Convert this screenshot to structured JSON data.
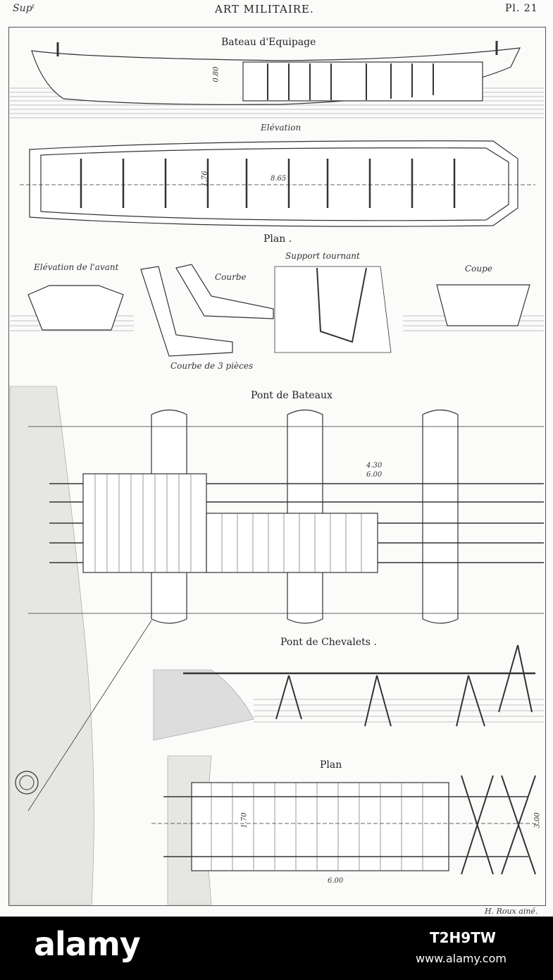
{
  "header": {
    "left": "Supᵗ",
    "title": "ART MILITAIRE.",
    "plate": "Pl. 21"
  },
  "captions": {
    "bateau": "Bateau d'Equipage",
    "elevation": "Elévation",
    "plan1": "Plan .",
    "elev_avant": "Elévation de l'avant",
    "courbe": "Courbe",
    "support": "Support tournant",
    "coupe": "Coupe",
    "courbe3": "Courbe de 3 pièces",
    "pont_bateaux": "Pont de Bateaux",
    "pont_chevalets": "Pont de Chevalets .",
    "plan2": "Plan"
  },
  "dimensions": {
    "d1": "0.80",
    "d2": "1.76",
    "d3": "8.65",
    "d4": "4.30",
    "d5": "6.00",
    "d6": "1.70",
    "d7": "6.00",
    "d8": "3.00"
  },
  "signature": "H. Roux ainé.",
  "watermark": {
    "brand": "alamy",
    "code": "T2H9TW",
    "url": "www.alamy.com"
  },
  "colors": {
    "ink": "#333333",
    "paper": "#fbfbfa",
    "footer": "#000000"
  }
}
